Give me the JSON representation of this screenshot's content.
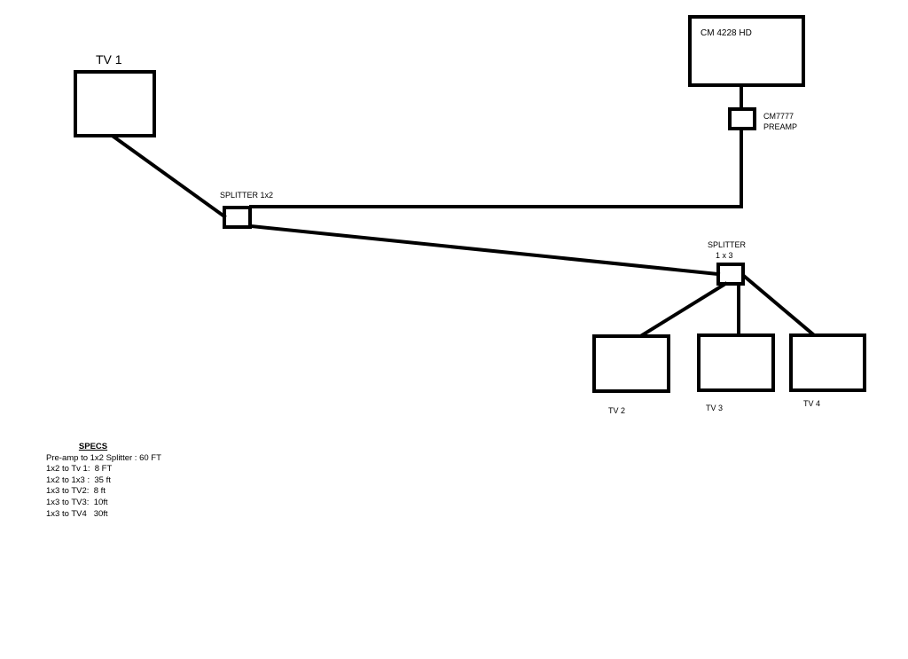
{
  "labels": {
    "tv1": "TV 1",
    "antenna": "CM 4228 HD",
    "preamp_line1": "CM7777",
    "preamp_line2": "PREAMP",
    "splitter12": "SPLITTER 1x2",
    "splitter13_line1": "SPLITTER",
    "splitter13_line2": "1 x 3",
    "tv2": "TV 2",
    "tv3": "TV 3",
    "tv4": "TV 4"
  },
  "specs": {
    "title": "SPECS",
    "rows": [
      "Pre-amp to 1x2 Splitter : 60 FT",
      "1x2 to Tv 1:  8 FT",
      "1x2 to 1x3 :  35 ft",
      "1x3 to TV2:  8 ft",
      "1x3 to TV3:  10ft",
      "1x3 to TV4   30ft"
    ]
  }
}
